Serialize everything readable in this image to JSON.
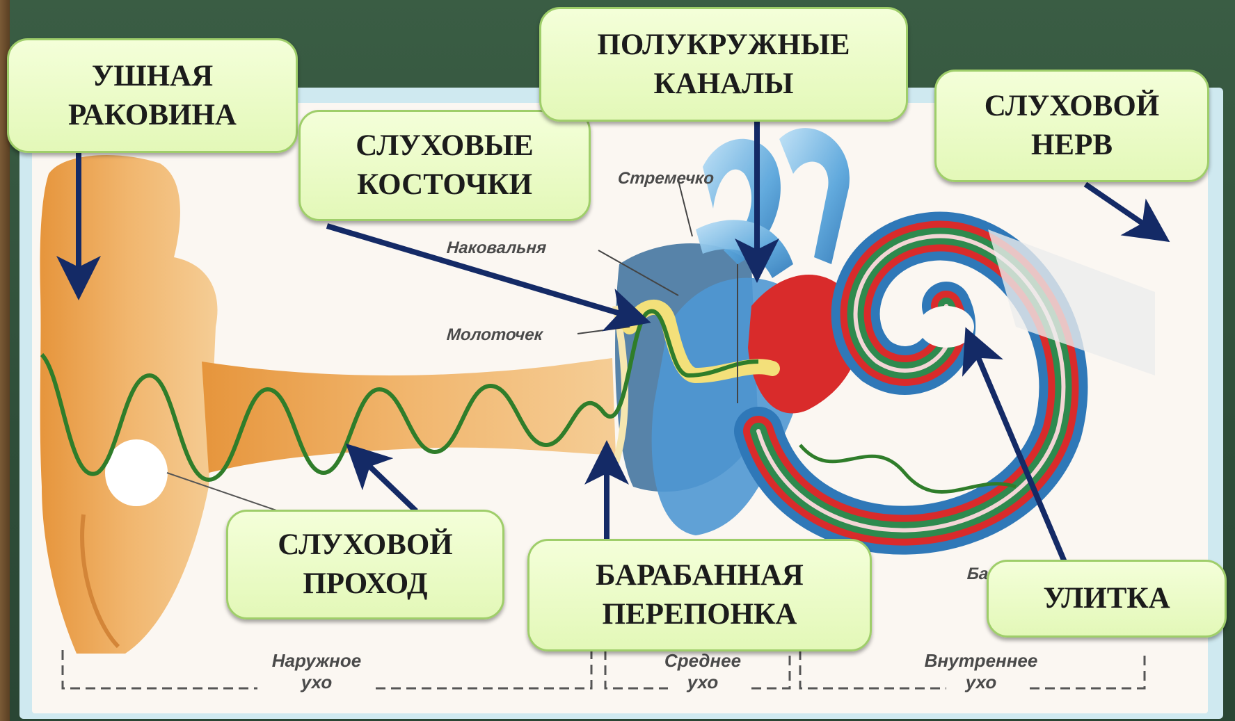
{
  "labels": {
    "ushnaya": "УШНАЯ\nРАКОВИНА",
    "kostochki": "СЛУХОВЫЕ\nКОСТОЧКИ",
    "kanaly": "ПОЛУКРУЖНЫЕ\nКАНАЛЫ",
    "nerv": "СЛУХОВОЙ\nНЕРВ",
    "prohod": "СЛУХОВОЙ\nПРОХОД",
    "pereponka": "БАРАБАННАЯ\nПЕРЕПОНКА",
    "ulitka": "УЛИТКА"
  },
  "diagram_text": {
    "stremechko": "Стремечко",
    "nakovalnya": "Наковальня",
    "molotochek": "Молоточек",
    "bara_fragment": "Ба"
  },
  "sections": {
    "outer": [
      "Наружное",
      "ухо"
    ],
    "middle": [
      "Среднее",
      "ухо"
    ],
    "inner": [
      "Внутреннее",
      "ухо"
    ]
  },
  "colors": {
    "arrow": "#142a66",
    "label_fill": "#e8f9c4",
    "label_border": "#9fce6a",
    "wave": "#2f7d2a",
    "ear": "#e9a24c"
  }
}
